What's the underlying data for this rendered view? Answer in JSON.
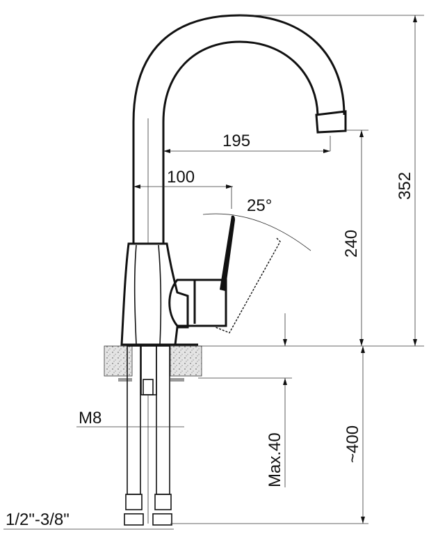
{
  "drawing": {
    "title": "Kitchen faucet dimension drawing",
    "dimensions": {
      "reach": "195",
      "lever_offset": "100",
      "lever_angle": "25°",
      "outlet_height": "240",
      "total_height": "352",
      "max_counter": "Max.40",
      "hose_length": "~400",
      "stud_thread": "M8",
      "hose_connection": "1/2\"-3/8\""
    }
  }
}
